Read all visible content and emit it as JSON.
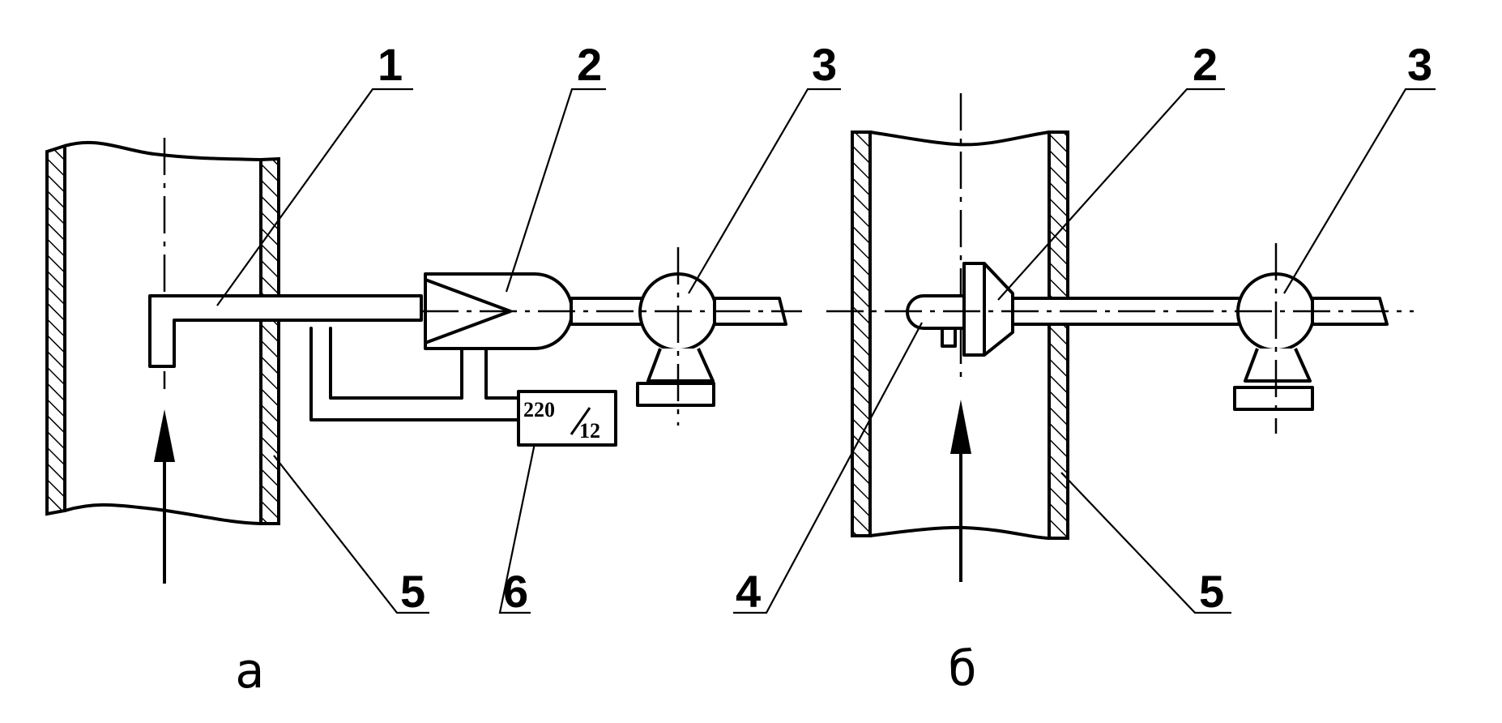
{
  "diagram": {
    "panel_a": {
      "subfigure_label": "а",
      "callouts": [
        "1",
        "2",
        "3",
        "5",
        "6"
      ],
      "transformer_label_top": "220",
      "transformer_label_bottom": "12"
    },
    "panel_b": {
      "subfigure_label": "б",
      "callouts": [
        "2",
        "3",
        "4",
        "5"
      ]
    }
  }
}
